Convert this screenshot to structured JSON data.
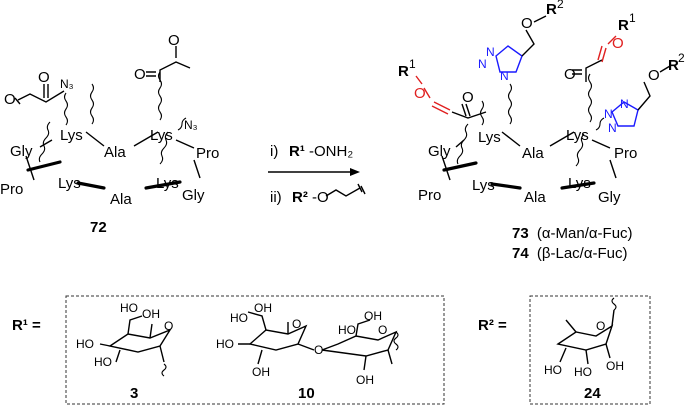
{
  "left_scaffold": {
    "residues": {
      "lys_top_left": "Lys",
      "ala_top": "Ala",
      "lys_top_right": "Lys",
      "gly_left": "Gly",
      "pro_right": "Pro",
      "pro_left": "Pro",
      "lys_bottom_left": "Lys",
      "ala_bottom": "Ala",
      "lys_bottom_right": "Lys",
      "gly_right": "Gly"
    },
    "azide_1": "N₃",
    "azide_2": "N₃",
    "oxygen": "O",
    "compound_number": "72"
  },
  "reaction": {
    "step1_prefix": "i)",
    "step1_reagent": "R¹",
    "step1_suffix": "-ONH₂",
    "step2_prefix": "ii)",
    "step2_reagent": "R²",
    "step2_suffix": "-O"
  },
  "right_scaffold": {
    "residues": {
      "lys_top_left": "Lys",
      "ala_top": "Ala",
      "lys_top_right": "Lys",
      "gly_left": "Gly",
      "pro_right": "Pro",
      "pro_left": "Pro",
      "lys_bottom_left": "Lys",
      "ala_bottom": "Ala",
      "lys_bottom_right": "Lys",
      "gly_right": "Gly"
    },
    "r1": "R",
    "r1_sup": "1",
    "r2": "R",
    "r2_sup": "2",
    "oxygen": "O",
    "nitrogen": "N",
    "product_73_number": "73",
    "product_73_label": "(α-Man/α-Fuc)",
    "product_74_number": "74",
    "product_74_label": "(β-Lac/α-Fuc)"
  },
  "legend": {
    "r1_label": "R¹ =",
    "r2_label": "R² =",
    "oh": "OH",
    "ho": "HO",
    "o": "O",
    "compound_3": "3",
    "compound_10": "10",
    "compound_24": "24"
  },
  "colors": {
    "oxime_red": "#e02020",
    "triazole_blue": "#1a1aff",
    "bond_black": "#000000"
  }
}
